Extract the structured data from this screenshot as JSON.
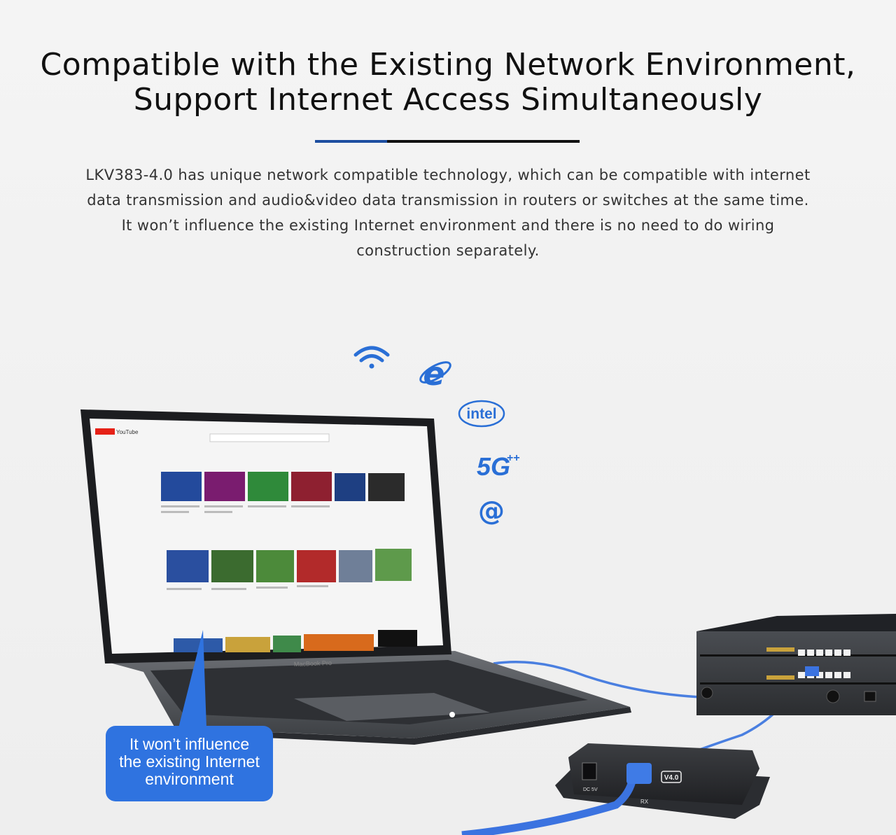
{
  "heading": {
    "line1": "Compatible with the Existing Network Environment,",
    "line2": "Support Internet Access Simultaneously"
  },
  "colors": {
    "accent_blue": "#1d4ea0",
    "callout_blue": "#2f73e0",
    "icon_blue": "#2a6fd6"
  },
  "description": {
    "line1": "LKV383-4.0 has unique network compatible technology, which can be compatible with internet",
    "line2": "data transmission and audio&video data transmission in routers or switches at the same time.",
    "line3": "It won’t influence the existing Internet environment and there is no need to do wiring",
    "line4": "construction separately."
  },
  "floating_icons": {
    "wifi": "wifi-icon",
    "ie": "internet-explorer-icon",
    "intel_label": "intel",
    "fiveg_label": "5G",
    "fiveg_sup": "++",
    "at_label": "@"
  },
  "laptop": {
    "brand_on_screen": "YouTube",
    "bezel_label": "MacBook Pro"
  },
  "receiver": {
    "version_label": "V4.0",
    "port_label": "DC 5V",
    "model_label": "RX"
  },
  "callout": {
    "line1": "It won’t influence",
    "line2": "the existing Internet",
    "line3": "environment"
  }
}
